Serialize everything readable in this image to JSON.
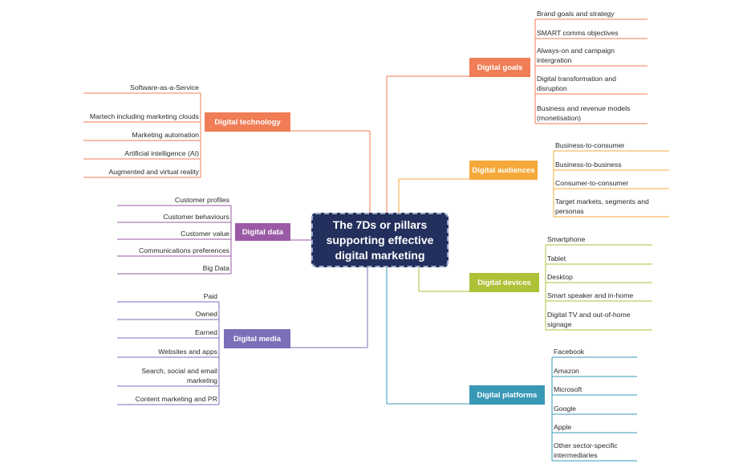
{
  "center": {
    "title": "The 7Ds or pillars supporting effective digital marketing"
  },
  "colors": {
    "center_bg": "#232f5c",
    "goals": "#f07d55",
    "audiences": "#f5a93a",
    "devices": "#afc137",
    "platforms": "#3a98b7",
    "technology": "#f07d55",
    "data": "#9a5aa5",
    "media": "#7a6fb9"
  },
  "branches": {
    "goals": {
      "label": "Digital goals",
      "items": [
        "Brand goals and strategy",
        "SMART comms objectives",
        "Always-on and campaign intergration",
        "Digital transformation and disruption",
        "Business and revenue models  (monetisation)"
      ]
    },
    "audiences": {
      "label": "Digital audiences",
      "items": [
        "Business-to-consumer",
        "Business-to-business",
        "Consumer-to-consumer",
        "Target markets, segments and personas"
      ]
    },
    "devices": {
      "label": "Digital devices",
      "items": [
        "Smartphone",
        "Tablet",
        "Desktop",
        "Smart speaker and in-home",
        "Digital TV and out-of-home signage"
      ]
    },
    "platforms": {
      "label": "Digital platforms",
      "items": [
        "Facebook",
        "Amazon",
        "Microsoft",
        "Google",
        "Apple",
        "Other sector-specific intermediaries"
      ]
    },
    "technology": {
      "label": "Digital technology",
      "items": [
        "Software-as-a-Service",
        "Martech including marketing clouds",
        "Marketing automation",
        "Artificial intelligence (AI)",
        "Augmented and virtual reality"
      ]
    },
    "data": {
      "label": "Digital data",
      "items": [
        "Customer profiles",
        "Customer behaviours",
        "Customer value",
        "Communications preferences",
        "Big Data"
      ]
    },
    "media": {
      "label": "Digital media",
      "items": [
        "Paid",
        "Owned",
        "Earned",
        "Websites and apps",
        "Search, social and email marketing",
        "Content marketing and PR"
      ]
    }
  }
}
